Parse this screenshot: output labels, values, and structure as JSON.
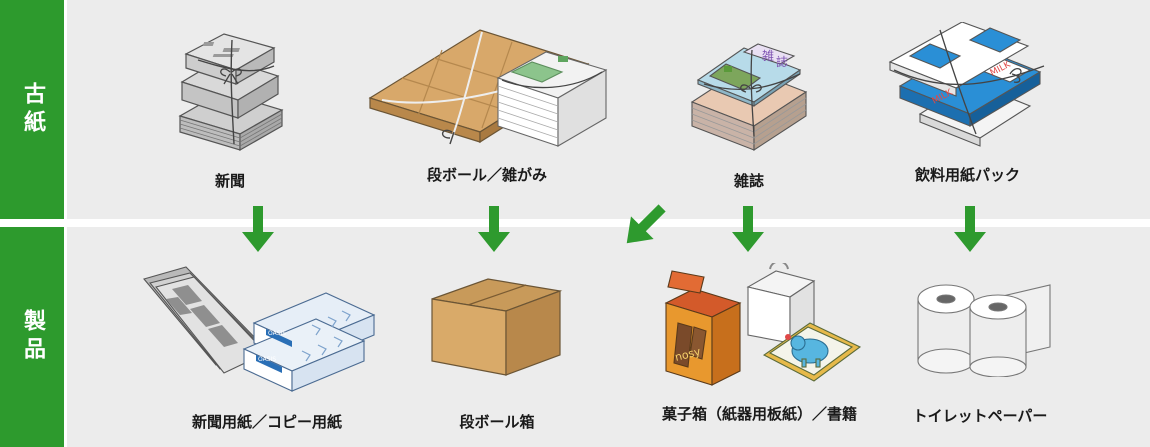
{
  "sections": {
    "raw_label": "古紙",
    "product_label": "製品"
  },
  "raw_materials": [
    {
      "label": "新聞",
      "icon": "newspaper-bundle-icon"
    },
    {
      "label": "段ボール／雑がみ",
      "icon": "cardboard-and-paper-bundle-icon"
    },
    {
      "label": "雑誌",
      "icon": "magazine-bundle-icon"
    },
    {
      "label": "飲料用紙パック",
      "icon": "milk-carton-bundle-icon"
    }
  ],
  "products": [
    {
      "label": "新聞用紙／コピー用紙",
      "icon": "newsprint-and-copy-paper-icon"
    },
    {
      "label": "段ボール箱",
      "icon": "cardboard-box-icon"
    },
    {
      "label": "菓子箱（紙器用板紙）／書籍",
      "icon": "snack-box-and-book-icon"
    },
    {
      "label": "トイレットペーパー",
      "icon": "toilet-paper-icon"
    }
  ],
  "illustration_text": {
    "copy_paper_brand": "OASIS",
    "milk_text": "MILK"
  },
  "colors": {
    "green": "#2d9a2d",
    "panel": "#ececec",
    "arrow": "#2e9a2e"
  }
}
